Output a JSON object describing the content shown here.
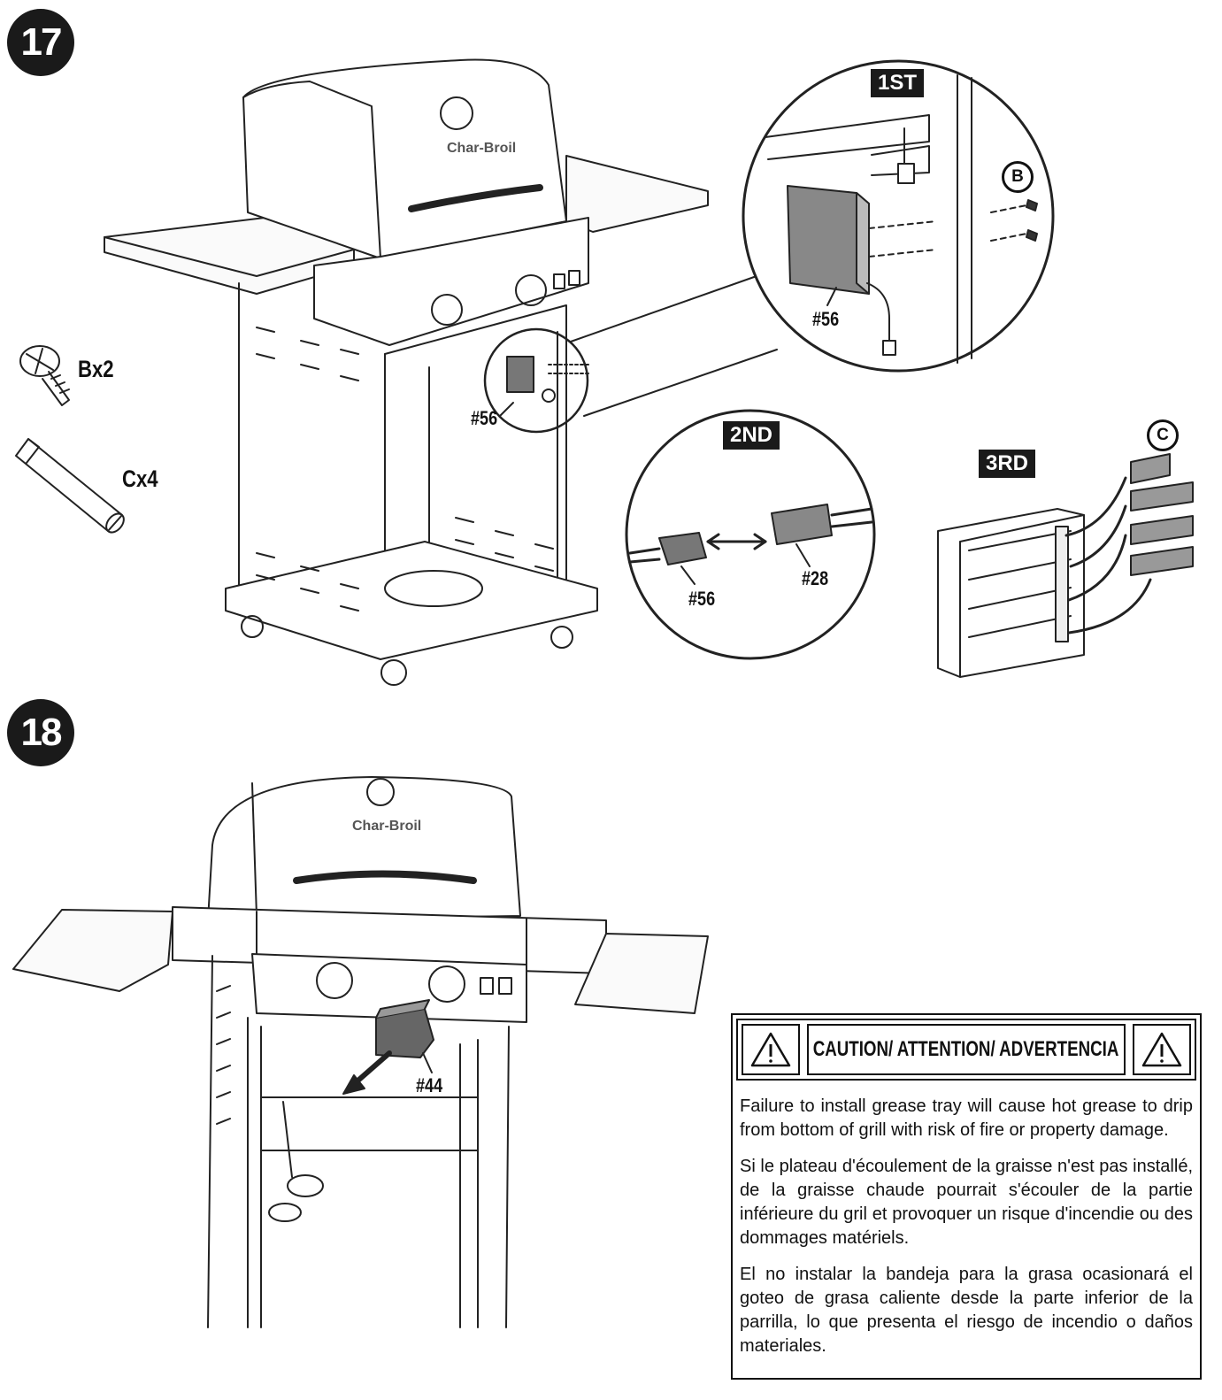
{
  "step17": {
    "number": "17",
    "hardware": {
      "screw_label": "Bx2",
      "battery_label": "Cx4"
    },
    "main_callout": "#56",
    "detail_1st": {
      "tag": "1ST",
      "part": "#56",
      "letter": "B"
    },
    "detail_2nd": {
      "tag": "2ND",
      "part_left": "#56",
      "part_right": "#28"
    },
    "detail_3rd": {
      "tag": "3RD",
      "letter": "C"
    }
  },
  "step18": {
    "number": "18",
    "callout": "#44"
  },
  "caution": {
    "title": "CAUTION/ ATTENTION/ ADVERTENCIA",
    "paragraphs": [
      "Failure to install grease tray will cause hot grease to drip from bottom of grill with risk of fire or property damage.",
      "Si le plateau d'écoulement de la graisse n'est pas installé, de la graisse chaude pourrait s'écouler de la partie inférieure du gril et provoquer un risque d'incendie ou des dommages matériels.",
      "El no instalar la bandeja para la grasa ocasionará el goteo de grasa caliente desde la parte inferior de la parrilla, lo que presenta el riesgo de incendio o daños materiales."
    ]
  }
}
